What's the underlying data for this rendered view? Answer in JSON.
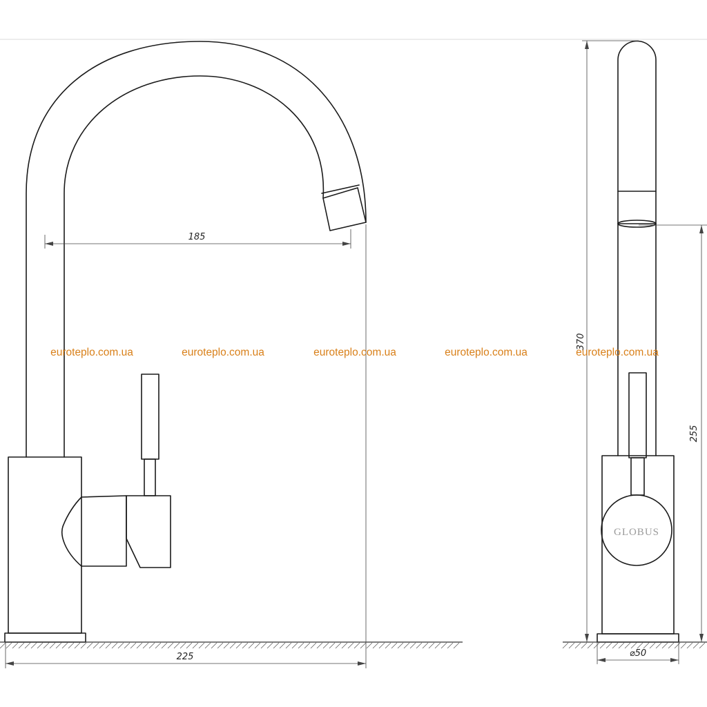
{
  "dimensions": {
    "spout_reach": "185",
    "base_width": "225",
    "total_height": "370",
    "spout_height": "255",
    "base_diameter": "⌀50"
  },
  "watermarks": [
    "euroteplo.com.ua",
    "euroteplo.com.ua",
    "euroteplo.com.ua",
    "euroteplo.com.ua",
    "euroteplo.com.ua"
  ],
  "brand_label": "GLOBUS",
  "colors": {
    "outline": "#1a1a1a",
    "watermark": "#d9801a",
    "brand": "#9a9a9a"
  }
}
